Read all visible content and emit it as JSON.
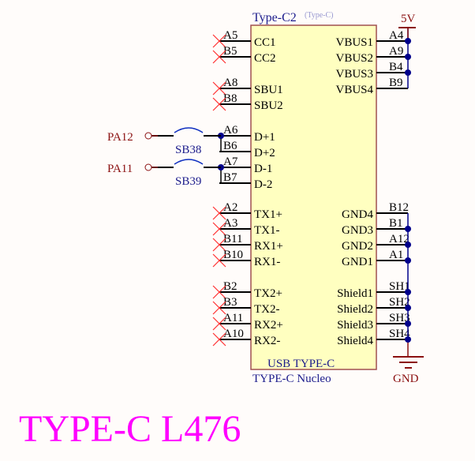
{
  "component": {
    "designator": "Type-C2",
    "comment": "(Type-C)",
    "value": "USB TYPE-C",
    "footprint": "TYPE-C Nucleo",
    "left_pins": [
      {
        "name": "CC1",
        "num": "A5",
        "nc": true
      },
      {
        "name": "CC2",
        "num": "B5",
        "nc": true
      },
      {
        "name": "SBU1",
        "num": "A8",
        "nc": true
      },
      {
        "name": "SBU2",
        "num": "B8",
        "nc": true
      },
      {
        "name": "D+1",
        "num": "A6",
        "nc": false
      },
      {
        "name": "D+2",
        "num": "B6",
        "nc": false
      },
      {
        "name": "D-1",
        "num": "A7",
        "nc": false
      },
      {
        "name": "D-2",
        "num": "B7",
        "nc": false
      },
      {
        "name": "TX1+",
        "num": "A2",
        "nc": true
      },
      {
        "name": "TX1-",
        "num": "A3",
        "nc": true
      },
      {
        "name": "RX1+",
        "num": "B11",
        "nc": true
      },
      {
        "name": "RX1-",
        "num": "B10",
        "nc": true
      },
      {
        "name": "TX2+",
        "num": "B2",
        "nc": true
      },
      {
        "name": "TX2-",
        "num": "B3",
        "nc": true
      },
      {
        "name": "RX2+",
        "num": "A11",
        "nc": true
      },
      {
        "name": "RX2-",
        "num": "A10",
        "nc": true
      }
    ],
    "right_pins": [
      {
        "name": "VBUS1",
        "num": "A4"
      },
      {
        "name": "VBUS2",
        "num": "A9"
      },
      {
        "name": "VBUS3",
        "num": "B4"
      },
      {
        "name": "VBUS4",
        "num": "B9"
      },
      {
        "name": "GND4",
        "num": "B12"
      },
      {
        "name": "GND3",
        "num": "B1"
      },
      {
        "name": "GND2",
        "num": "A12"
      },
      {
        "name": "GND1",
        "num": "A1"
      },
      {
        "name": "Shield1",
        "num": "SH1"
      },
      {
        "name": "Shield2",
        "num": "SH2"
      },
      {
        "name": "Shield3",
        "num": "SH3"
      },
      {
        "name": "Shield4",
        "num": "SH4"
      }
    ]
  },
  "ports": [
    {
      "name": "PA12",
      "jumper": "SB38"
    },
    {
      "name": "PA11",
      "jumper": "SB39"
    }
  ],
  "power": {
    "vbus_label": "5V",
    "gnd_label": "GND"
  },
  "sheet_title": "TYPE-C L476",
  "colors": {
    "body_fill": "#ffffc0",
    "body_stroke": "#a05050",
    "wire": "#000000",
    "net_blue": "#00008b",
    "power_red": "#8b1010",
    "nc_red": "#ff3030",
    "title_magenta": "#ff00ff",
    "label_blue": "#1c1c8c",
    "comment_gray": "#9898d0"
  }
}
